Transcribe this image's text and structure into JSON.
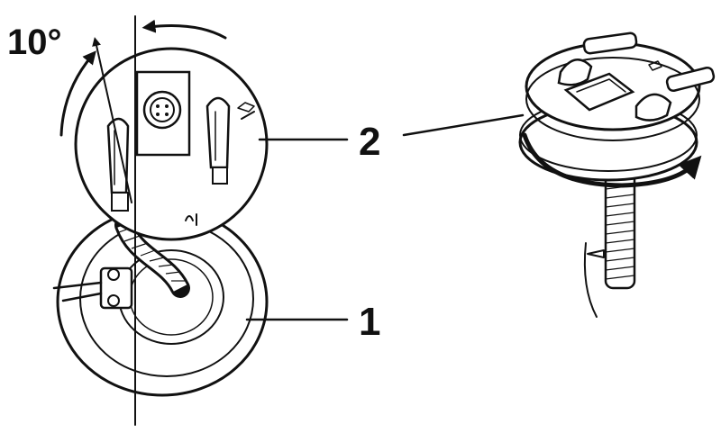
{
  "diagram": {
    "angle_label": "10°",
    "callouts": [
      {
        "label": "1"
      },
      {
        "label": "2"
      }
    ],
    "colors": {
      "ink": "#111111",
      "paper": "#ffffff"
    },
    "icons": [
      "rotation-arrow-icon",
      "fuel-symbol-icon"
    ]
  }
}
